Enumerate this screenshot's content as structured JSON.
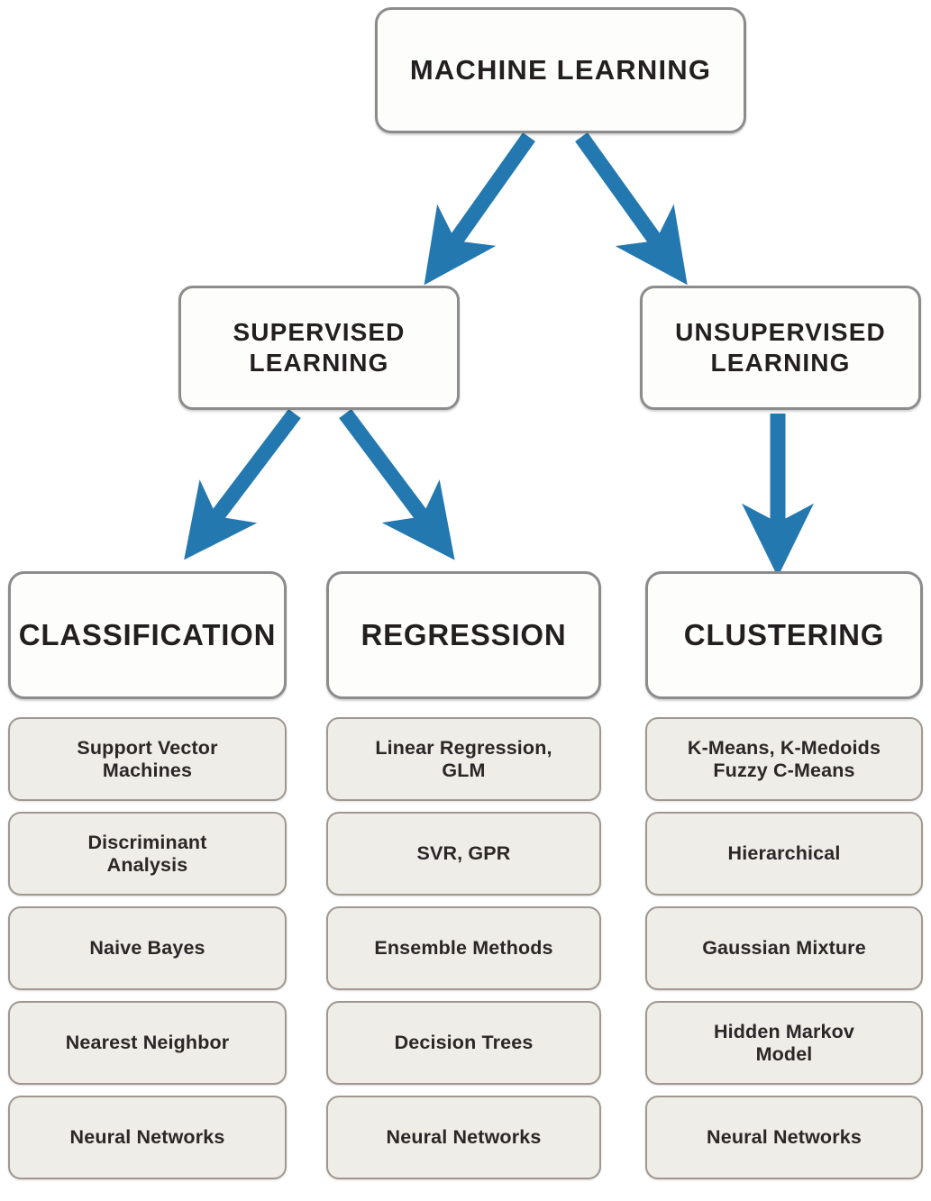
{
  "colors": {
    "arrow": "#2478b0",
    "node_border": "#8c8c8c",
    "node_fill": "#fdfdfc",
    "item_fill": "#efede8",
    "item_border": "#a09890",
    "text": "#231f20",
    "background": "#ffffff"
  },
  "root": {
    "label": "MACHINE LEARNING"
  },
  "level2": [
    {
      "id": "supervised",
      "label": "SUPERVISED\nLEARNING"
    },
    {
      "id": "unsupervised",
      "label": "UNSUPERVISED\nLEARNING"
    }
  ],
  "categories": [
    {
      "id": "classification",
      "header": "CLASSIFICATION",
      "parent": "supervised",
      "items": [
        "Support Vector\nMachines",
        "Discriminant\nAnalysis",
        "Naive Bayes",
        "Nearest Neighbor",
        "Neural Networks"
      ]
    },
    {
      "id": "regression",
      "header": "REGRESSION",
      "parent": "supervised",
      "items": [
        "Linear Regression,\nGLM",
        "SVR, GPR",
        "Ensemble Methods",
        "Decision Trees",
        "Neural Networks"
      ]
    },
    {
      "id": "clustering",
      "header": "CLUSTERING",
      "parent": "unsupervised",
      "items": [
        "K-Means, K-Medoids\nFuzzy C-Means",
        "Hierarchical",
        "Gaussian Mixture",
        "Hidden Markov\nModel",
        "Neural Networks"
      ]
    }
  ],
  "arrows": [
    {
      "id": "root-to-supervised",
      "from": "root",
      "to": "supervised",
      "direction": "down-left"
    },
    {
      "id": "root-to-unsupervised",
      "from": "root",
      "to": "unsupervised",
      "direction": "down-right"
    },
    {
      "id": "supervised-to-classification",
      "from": "supervised",
      "to": "classification",
      "direction": "down-left"
    },
    {
      "id": "supervised-to-regression",
      "from": "supervised",
      "to": "regression",
      "direction": "down-right"
    },
    {
      "id": "unsupervised-to-clustering",
      "from": "unsupervised",
      "to": "clustering",
      "direction": "down"
    }
  ]
}
